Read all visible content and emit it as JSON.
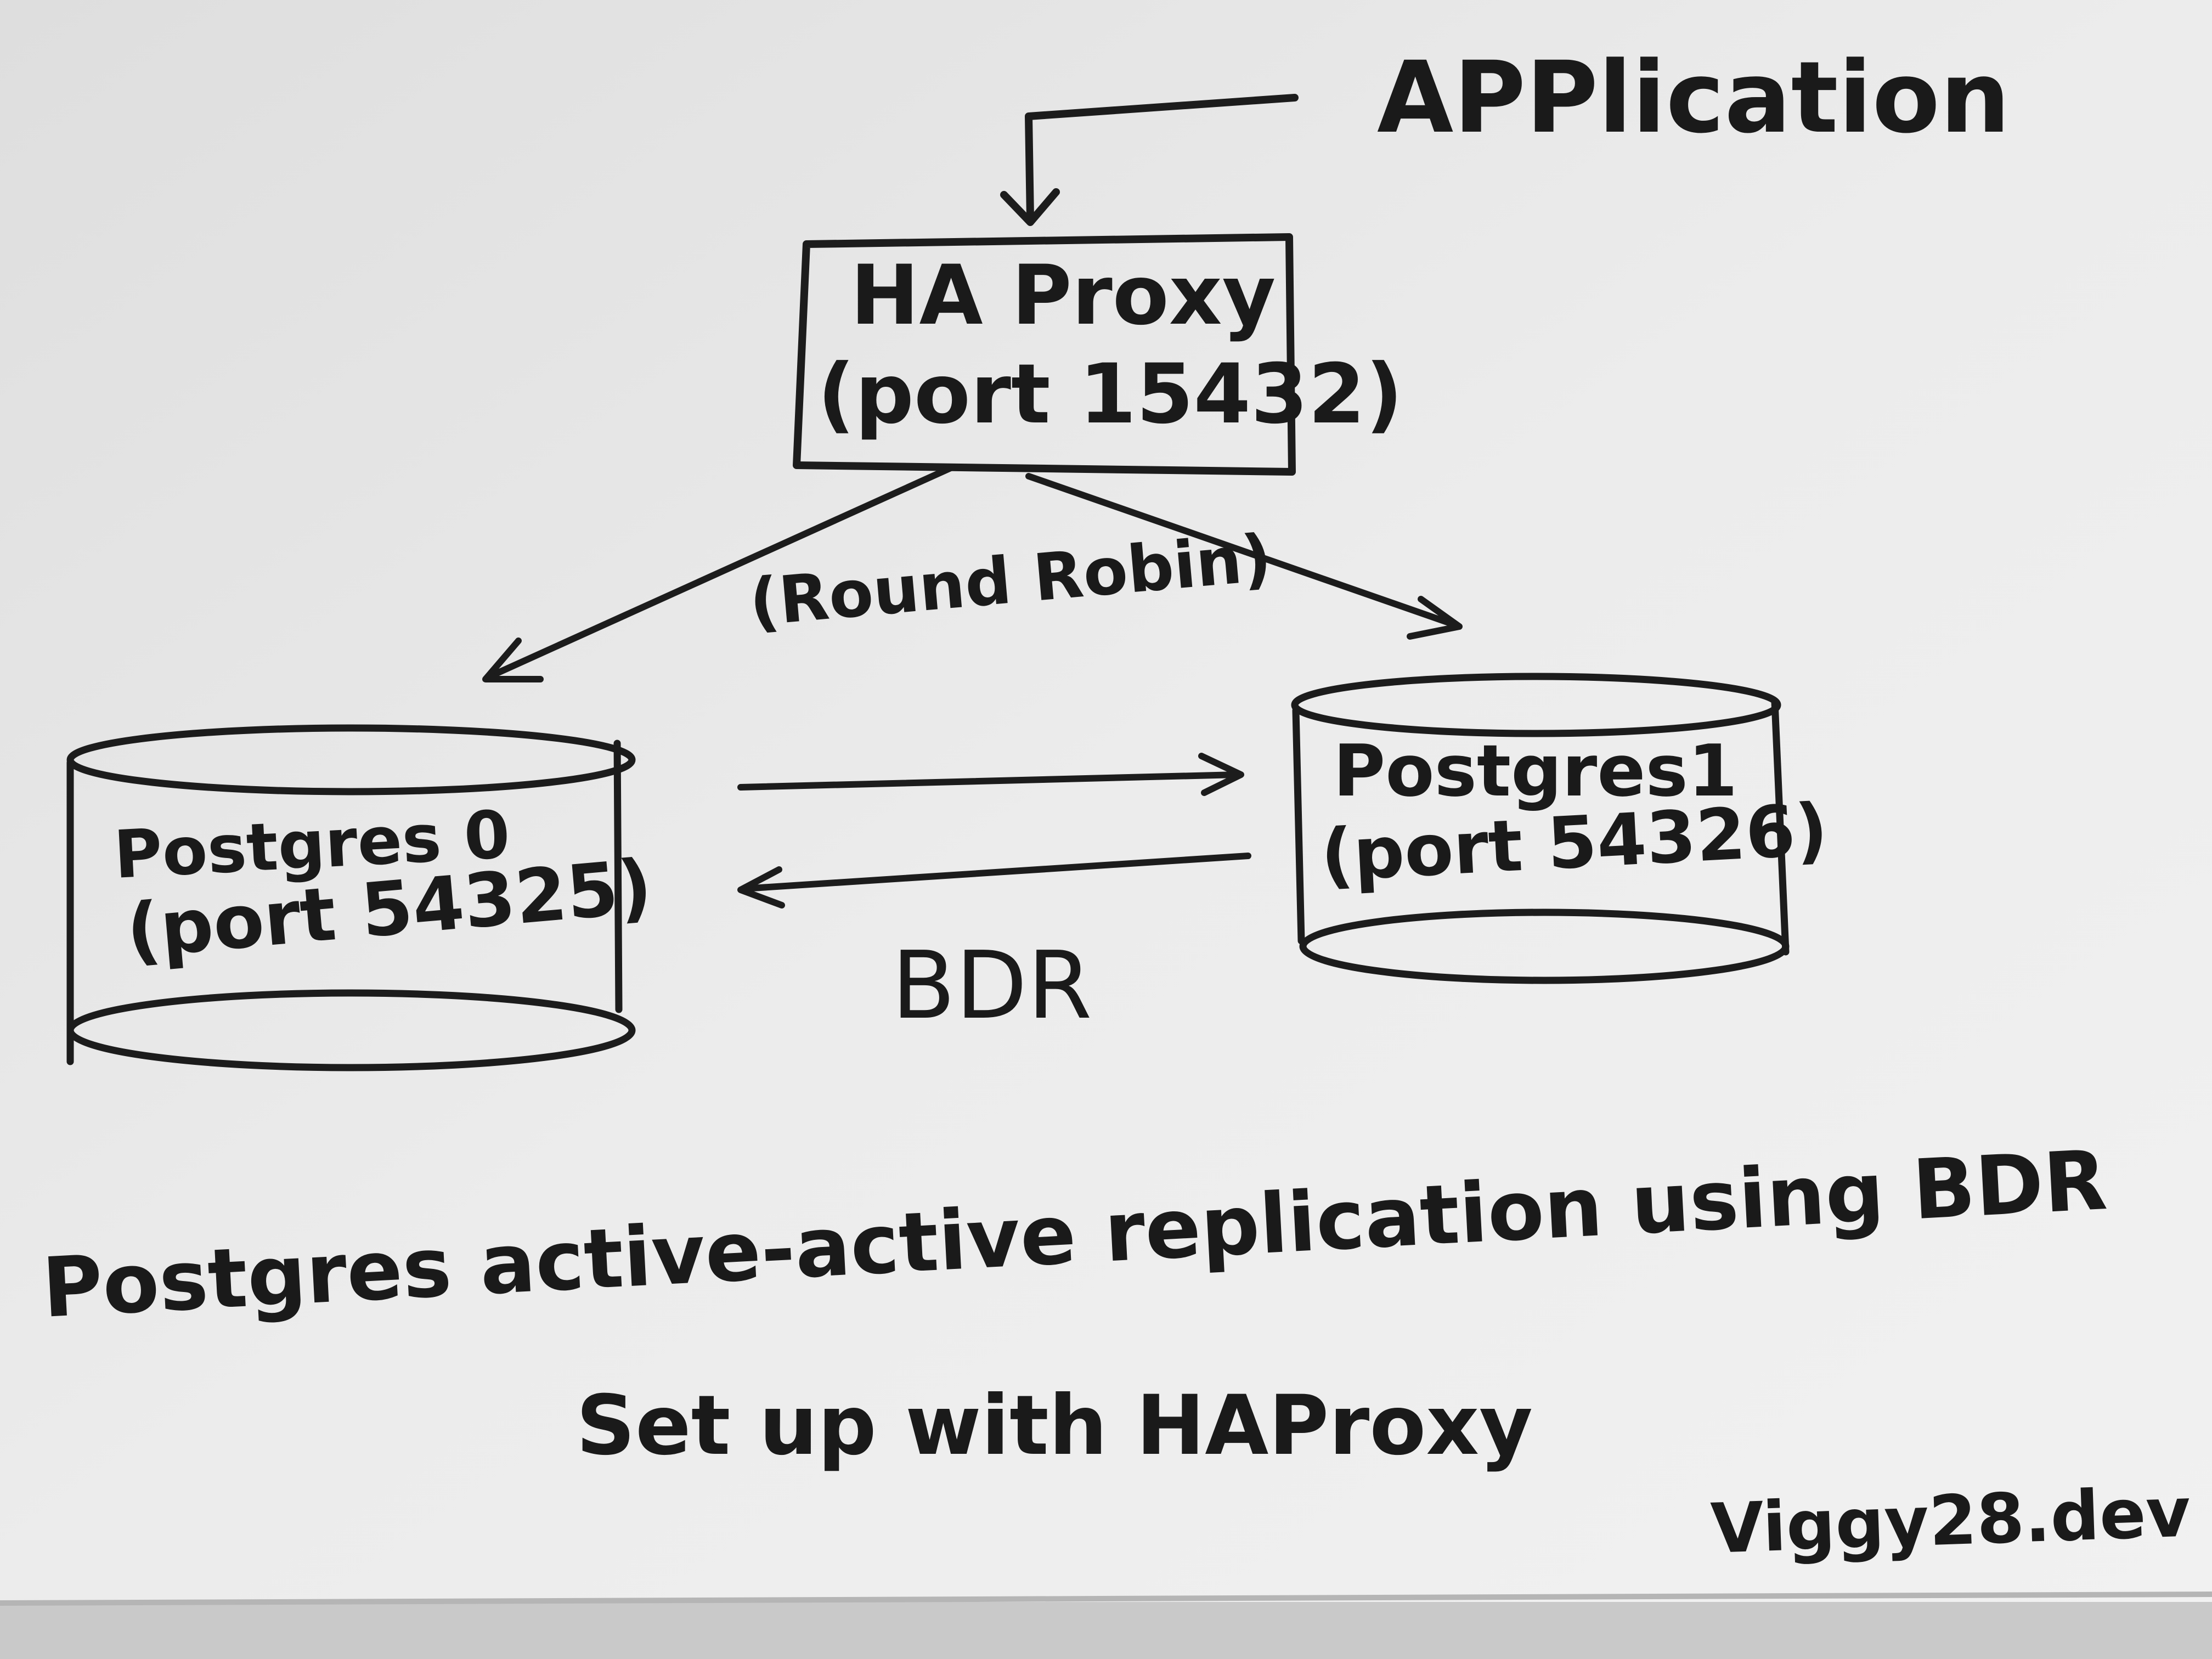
{
  "application": {
    "label": "APPlication"
  },
  "haproxy": {
    "title": "HA Proxy",
    "port": "(port 15432)"
  },
  "load_balancing": {
    "label": "(Round Robin)"
  },
  "db0": {
    "name": "Postgres 0",
    "port": "(port 54325)"
  },
  "db1": {
    "name": "Postgres1",
    "port": "(port 54326)"
  },
  "replication": {
    "label": "BDR"
  },
  "caption": {
    "line1": "Postgres active-active replication using BDR",
    "line2": "Set up with HAProxy"
  },
  "signature": "Viggy28.dev",
  "colors": {
    "ink": "#1c1c1c",
    "board": "#e8e8e8",
    "frame": "#cfcfcf"
  }
}
